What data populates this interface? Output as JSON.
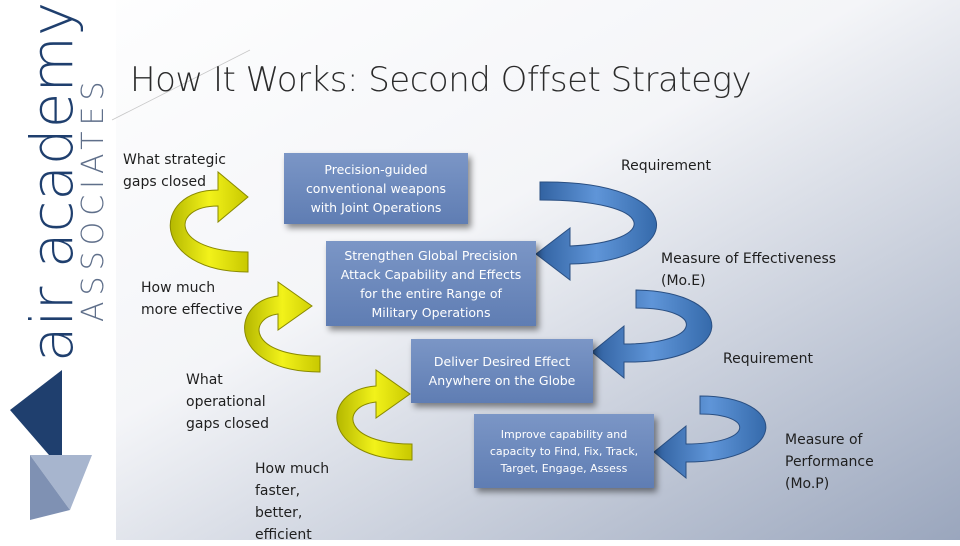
{
  "logo": {
    "line1": "air academy",
    "line2": "ASSOCIATES"
  },
  "title": "How It Works: Second Offset Strategy",
  "left_labels": [
    "What strategic\ngaps closed",
    "How much\nmore effective",
    "What\noperational\ngaps closed",
    "How much\nfaster,\nbetter,\nefficient"
  ],
  "boxes": [
    "Precision-guided\nconventional weapons\nwith Joint Operations",
    "Strengthen Global Precision\nAttack Capability and Effects\nfor the entire Range of\nMilitary Operations",
    "Deliver Desired Effect\nAnywhere on the Globe",
    "Improve capability and\ncapacity to Find, Fix, Track,\nTarget, Engage, Assess"
  ],
  "right_labels": [
    "Requirement",
    "Measure of Effectiveness\n(Mo.E)",
    "Requirement",
    "Measure of\nPerformance\n(Mo.P)"
  ],
  "colors": {
    "yellow_arrow": "#e6e600",
    "blue_arrow": "#4a7fc1",
    "box": "#6a86bb",
    "logo_blue": "#1f3f6e"
  }
}
